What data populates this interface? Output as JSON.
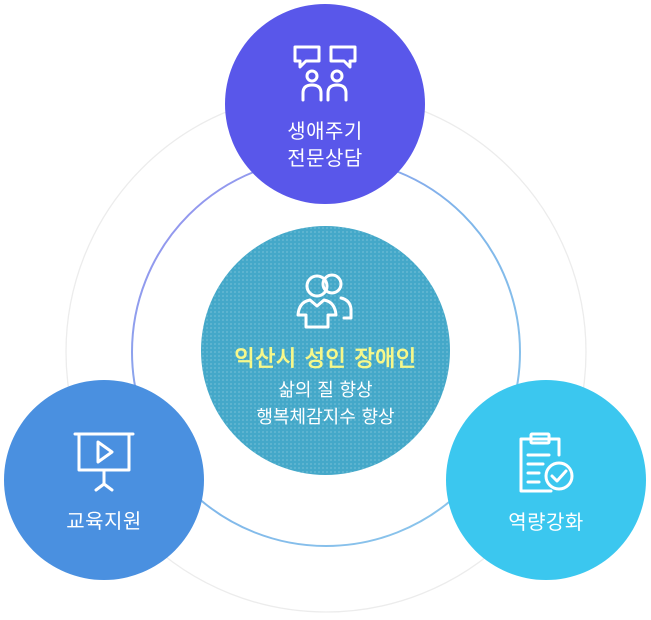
{
  "nodes": {
    "top": {
      "line1": "생애주기",
      "line2": "전문상담",
      "icon": "counseling-chat-icon"
    },
    "left": {
      "label": "교육지원",
      "icon": "presentation-board-icon"
    },
    "right": {
      "label": "역량강화",
      "icon": "clipboard-check-icon"
    }
  },
  "center": {
    "title": "익산시 성인 장애인",
    "line1": "삶의 질 향상",
    "line2": "행복체감지수 향상",
    "icon": "people-icon"
  },
  "colors": {
    "top": "#5957ea",
    "left": "#4a90e0",
    "right": "#3bc7ef",
    "center": "#44a8c9",
    "title": "#f6f88a"
  }
}
